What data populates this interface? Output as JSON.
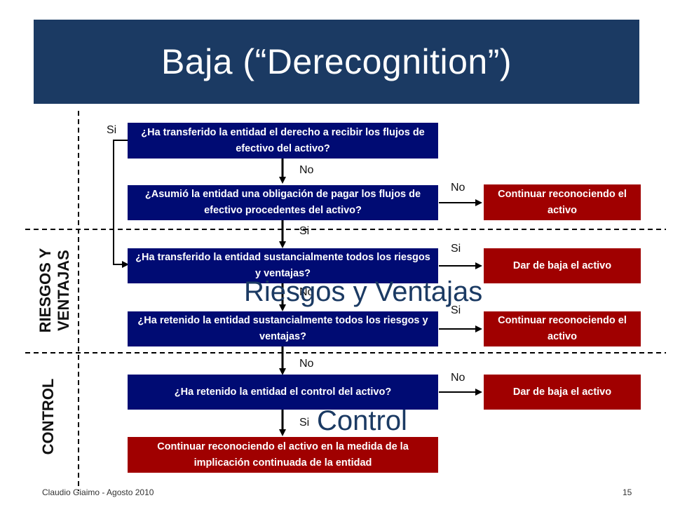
{
  "slide": {
    "title": "Baja (“Derecognition”)",
    "footer_left": "Claudio Giaimo - Agosto 2010",
    "page_number": "15"
  },
  "sections": {
    "riesgos_line1": "RIESGOS Y",
    "riesgos_line2": "VENTAJAS",
    "control": "CONTROL",
    "riesgos_overlay": "Riesgos y Ventajas",
    "control_overlay": "Control"
  },
  "questions": {
    "q1": "¿Ha transferido la entidad el derecho a recibir los flujos de efectivo del activo?",
    "q2": "¿Asumió la entidad una obligación de pagar los flujos de efectivo procedentes del activo?",
    "q3": "¿Ha transferido la entidad sustancialmente todos los riesgos y ventajas?",
    "q4": "¿Ha retenido la entidad sustancialmente todos los riesgos y ventajas?",
    "q5": "¿Ha retenido la entidad el control del activo?"
  },
  "results": {
    "r1": "Continuar reconociendo el activo",
    "r2": "Dar de baja el activo",
    "r3": "Continuar reconociendo el activo",
    "r4": "Dar de baja el activo",
    "final": "Continuar reconociendo el activo en la medida de la implicación continuada de la entidad"
  },
  "labels": {
    "si_q1": "Si",
    "no_q1": "No",
    "no_q2": "No",
    "si_q2": "Si",
    "si_q3": "Si",
    "no_q3": "No",
    "si_q4": "Si",
    "no_q4": "No",
    "no_q5": "No",
    "si_q5": "Si"
  },
  "colors": {
    "title_bg": "#1b3a63",
    "question_bg": "#000b73",
    "result_bg": "#a00000"
  }
}
